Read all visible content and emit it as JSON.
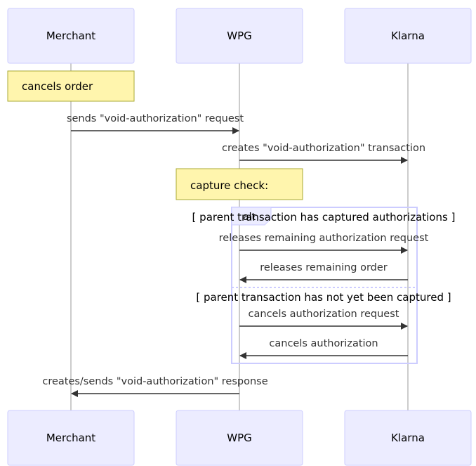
{
  "participants": {
    "merchant": "Merchant",
    "wpg": "WPG",
    "klarna": "Klarna"
  },
  "notes": {
    "cancels_order": "cancels order",
    "capture_check": "capture check:"
  },
  "messages": {
    "m1": "sends \"void-authorization\" request",
    "m2": "creates \"void-authorization\" transaction",
    "m3": "releases remaining authorization request",
    "m4": "releases remaining order",
    "m5": "cancels authorization request",
    "m6": "cancels authorization",
    "m7": "creates/sends \"void-authorization\" response"
  },
  "alt": {
    "label": "alt",
    "condition_1": "[ parent transaction has captured authorizations ]",
    "condition_2": "[ parent transaction has not yet been captured ]"
  },
  "colors": {
    "actor_fill": "#ECECFF",
    "actor_stroke": "#CCCCFF",
    "note_fill": "#FFF5AD",
    "note_stroke": "#AAAA33",
    "line": "#333333"
  }
}
